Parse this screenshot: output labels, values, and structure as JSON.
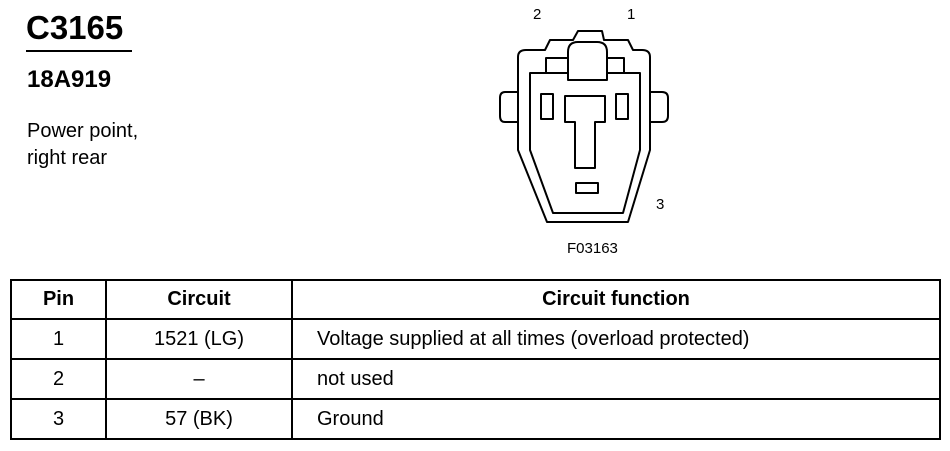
{
  "connector": {
    "id": "C3165",
    "part_number": "18A919",
    "description_lines": [
      "Power point,",
      "right rear"
    ]
  },
  "diagram": {
    "pin_labels": [
      "2",
      "1",
      "3"
    ],
    "figure_code": "F03163"
  },
  "table": {
    "headers": [
      "Pin",
      "Circuit",
      "Circuit function"
    ],
    "rows": [
      [
        "1",
        "1521 (LG)",
        "Voltage supplied at all times (overload protected)"
      ],
      [
        "2",
        "–",
        "not used"
      ],
      [
        "3",
        "57 (BK)",
        "Ground"
      ]
    ]
  }
}
